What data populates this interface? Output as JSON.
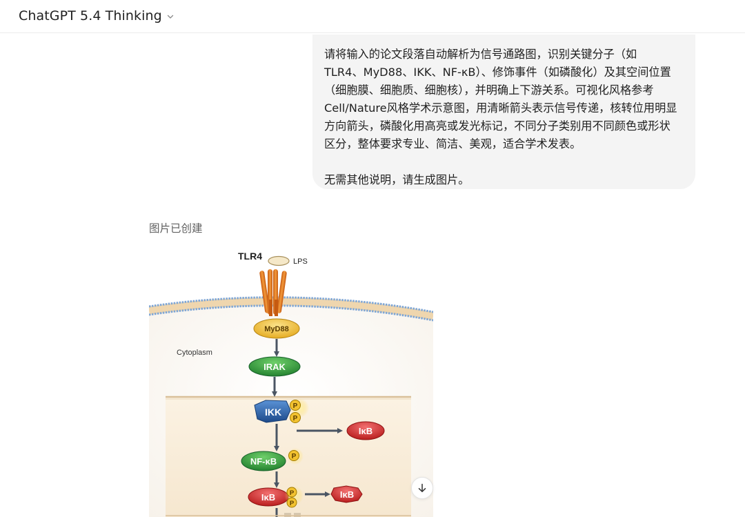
{
  "header": {
    "model_name": "ChatGPT 5.4 Thinking",
    "dropdown_icon": "chevron-down-icon"
  },
  "user_message": {
    "lines": [
      "请将输入的论文段落自动解析为信号通路图，识别关键分子（如",
      "TLR4、MyD88、IKK、NF-κB）、修饰事件（如磷酸化）及其空间位置",
      "（细胞膜、细胞质、细胞核），并明确上下游关系。可视化风格参考",
      "Cell/Nature风格学术示意图，用清晰箭头表示信号传递，核转位用明显",
      "方向箭头，磷酸化用高亮或发光标记，不同分子类别用不同颜色或形状",
      "区分，整体要求专业、简洁、美观，适合学术发表。"
    ],
    "last_line": "无需其他说明，请生成图片。"
  },
  "assistant": {
    "status": "图片已创建"
  },
  "diagram": {
    "receptor": "TLR4",
    "ligand": "LPS",
    "compartment": "Cytoplasm",
    "adaptor": "MyD88",
    "kinase1": "IRAK",
    "kinase2": "IKK",
    "inhibitor": "IκB",
    "tf": "NF-κB",
    "phospho_mark": "P",
    "colors": {
      "tlr4": "#e87a1e",
      "myd88": "#e8b320",
      "irak": "#2f9b3c",
      "ikk": "#2a5fa5",
      "ikb": "#d52b2b",
      "nfkb": "#2f9b3c",
      "phospho": "#f2c230",
      "membrane": "#e9c99a"
    }
  },
  "scroll_button": {
    "icon": "arrow-down-icon"
  }
}
